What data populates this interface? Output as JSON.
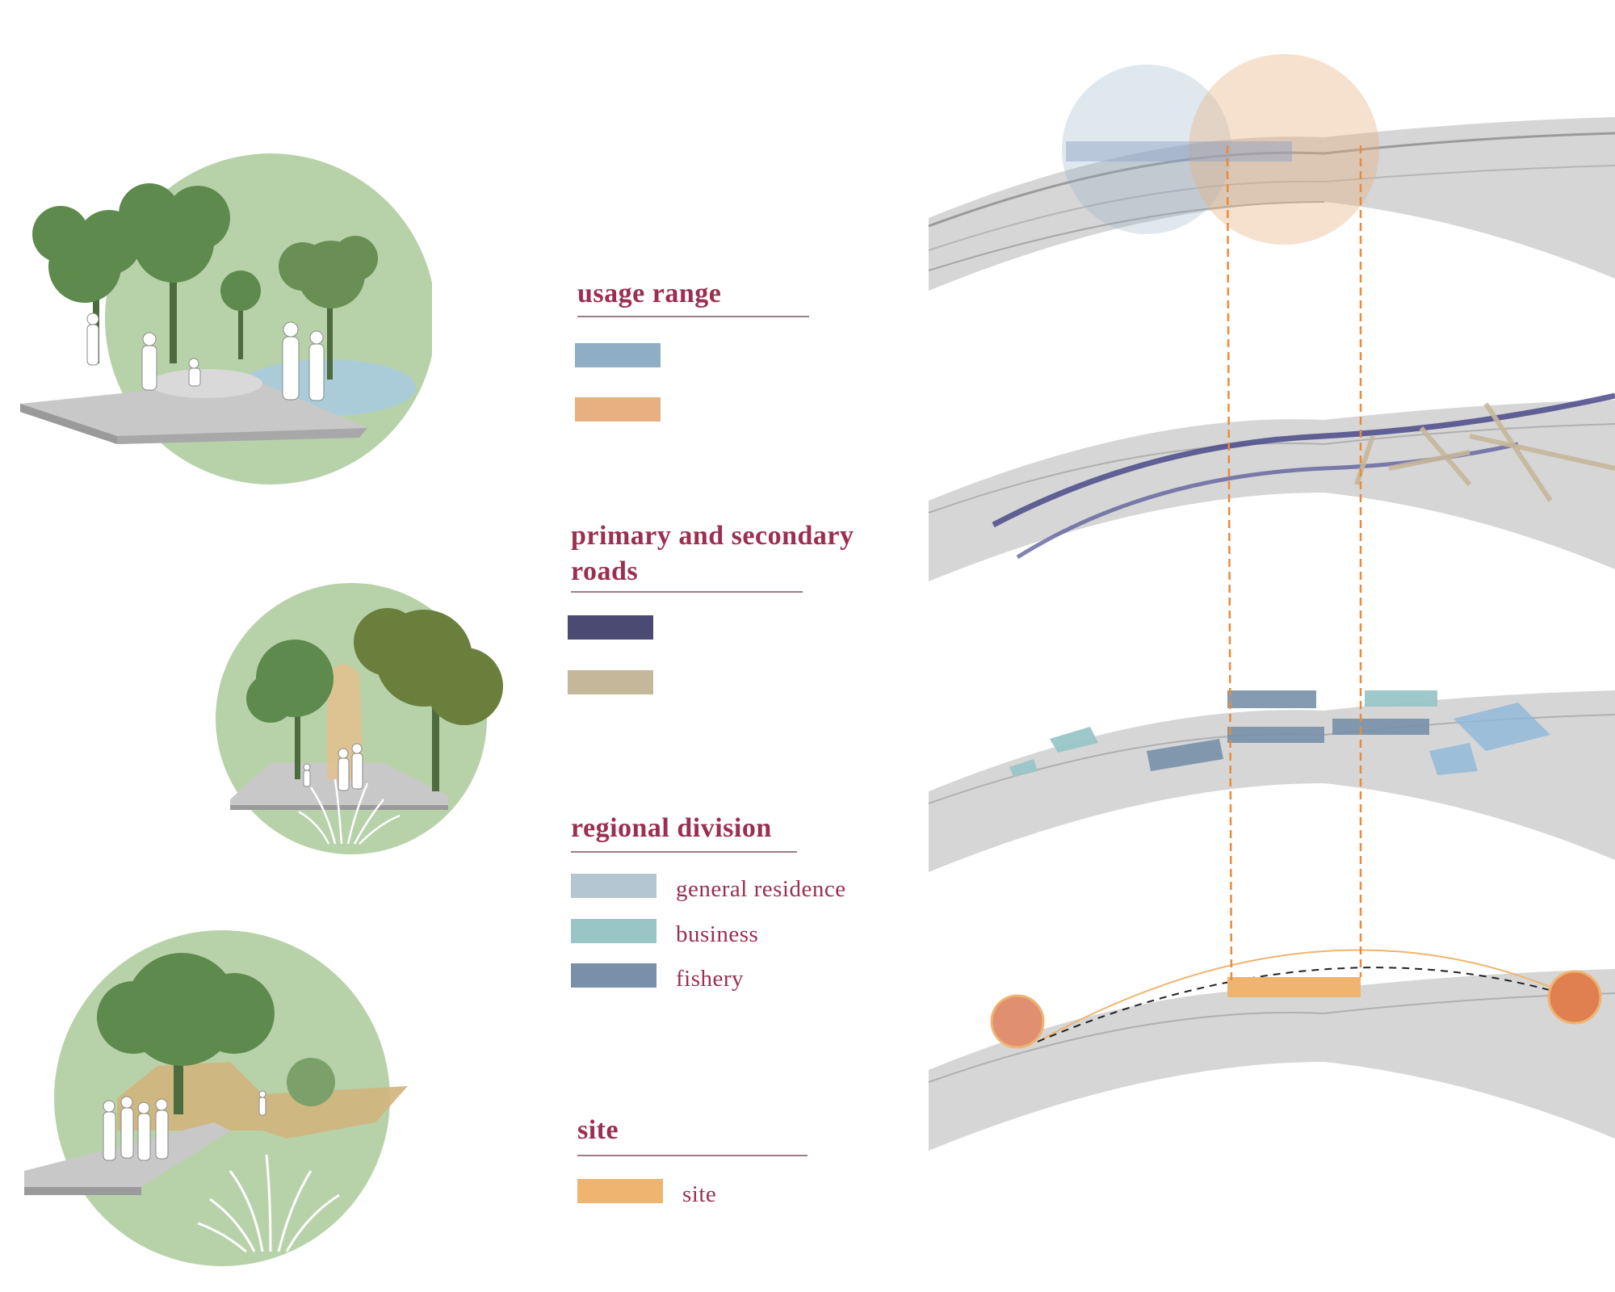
{
  "legend": {
    "usage_range": {
      "title": "usage  range",
      "swatches": [
        {
          "color": "#8fadc4",
          "label": ""
        },
        {
          "color": "#e8b080",
          "label": ""
        }
      ]
    },
    "roads": {
      "title_line1": "primary and  secondary",
      "title_line2": "roads",
      "swatches": [
        {
          "color": "#4a4a72",
          "label": ""
        },
        {
          "color": "#c5b79a",
          "label": ""
        }
      ]
    },
    "regional_division": {
      "title": "regional  division",
      "swatches": [
        {
          "color": "#b3c6d1",
          "label": "general  residence"
        },
        {
          "color": "#99c5c6",
          "label": "business"
        },
        {
          "color": "#7890aa",
          "label": "fishery"
        }
      ]
    },
    "site": {
      "title": "site",
      "swatches": [
        {
          "color": "#eeb470",
          "label": "site"
        }
      ]
    }
  },
  "colors": {
    "title_text": "#9b2f4f",
    "vignette_circle": "#b7d2a9",
    "tree_green": "#5e8a4d",
    "water": "#a9ccd8",
    "guide_line": "#ea8b3b"
  },
  "vignettes": [
    {
      "name": "park-plaza-vignette",
      "icon": "tree-people-pond"
    },
    {
      "name": "walkway-vignette",
      "icon": "tree-path-arch"
    },
    {
      "name": "pavilion-vignette",
      "icon": "tree-pavilion-grass"
    }
  ],
  "map_layers": [
    {
      "name": "usage-range-map",
      "overlay": "usage-range"
    },
    {
      "name": "roads-map",
      "overlay": "roads"
    },
    {
      "name": "regional-division-map",
      "overlay": "regional-division"
    },
    {
      "name": "site-map",
      "overlay": "site"
    }
  ]
}
